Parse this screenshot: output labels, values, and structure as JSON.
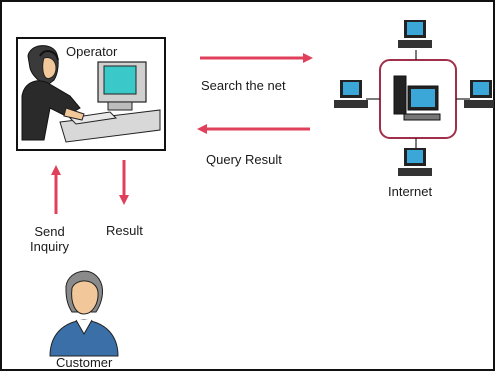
{
  "labels": {
    "operator": "Operator",
    "search_net": "Search the net",
    "query_result": "Query Result",
    "internet": "Internet",
    "send_inquiry_line1": "Send",
    "send_inquiry_line2": "Inquiry",
    "result": "Result",
    "customer": "Customer"
  },
  "colors": {
    "arrow": "#e0405a",
    "network_ring": "#a0304a",
    "frame": "#111111"
  },
  "icons": {
    "operator": "operator-at-computer-icon",
    "customer": "customer-person-icon",
    "internet": "networked-computers-icon"
  }
}
